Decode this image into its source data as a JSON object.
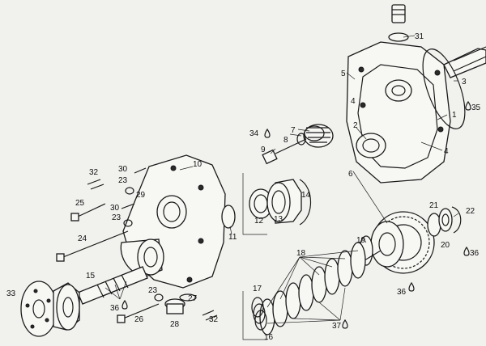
{
  "callouts": {
    "c1": "1",
    "c2": "2",
    "c3": "3",
    "c4": "4",
    "c5": "5",
    "c6": "6",
    "c7": "7",
    "c8": "8",
    "c9": "9",
    "c10": "10",
    "c11": "11",
    "c12": "12",
    "c13": "13",
    "c14": "14",
    "c15": "15",
    "c16": "16",
    "c17": "17",
    "c18": "18",
    "c19": "19",
    "c20": "20",
    "c21": "21",
    "c22": "22",
    "c23a": "23",
    "c23b": "23",
    "c23c": "23",
    "c24": "24",
    "c25": "25",
    "c26": "26",
    "c27": "27",
    "c28": "28",
    "c29": "29",
    "c30a": "30",
    "c30b": "30",
    "c31": "31",
    "c32a": "32",
    "c32b": "32",
    "c33": "33",
    "c34": "34",
    "c35": "35",
    "c36a": "36",
    "c36b": "36",
    "c36c": "36",
    "c37": "37"
  }
}
